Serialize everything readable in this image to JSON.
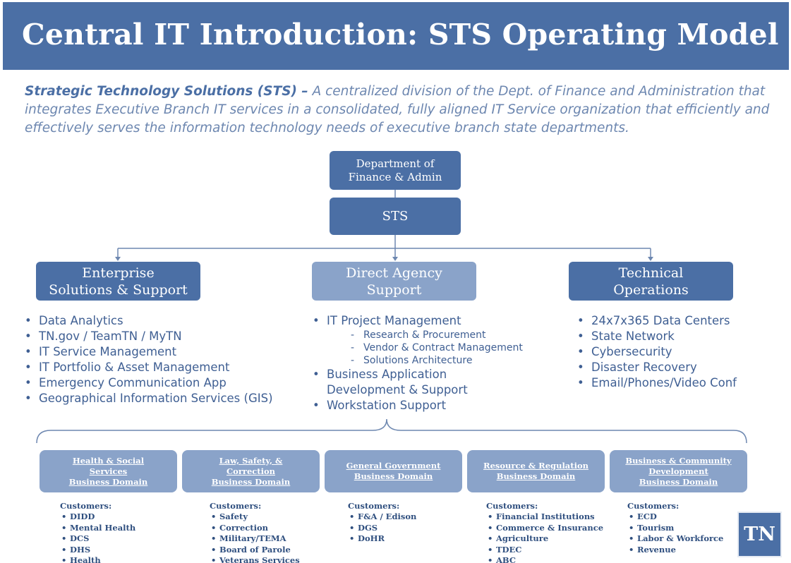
{
  "title": "Central IT Introduction: STS Operating Model",
  "intro": {
    "term": "Strategic Technology Solutions (STS) –",
    "text": " A centralized division of the Dept. of Finance and Administration that integrates Executive Branch IT services in a consolidated, fully aligned IT Service organization that efficiently and effectively serves the information technology needs of executive branch state departments."
  },
  "org": {
    "dept": "Department of\nFinance & Admin",
    "sts": "STS",
    "enterprise": "Enterprise\nSolutions & Support",
    "direct": "Direct Agency\nSupport",
    "technical": "Technical\nOperations"
  },
  "enterprise_items": [
    "Data Analytics",
    "TN.gov / TeamTN / MyTN",
    "IT Service Management",
    "IT Portfolio & Asset Management",
    "Emergency Communication App",
    "Geographical Information Services (GIS)"
  ],
  "direct_items": {
    "project": "IT Project Management",
    "project_sub": [
      "Research & Procurement",
      "Vendor & Contract Management",
      "Solutions Architecture"
    ],
    "appdev": "Business Application\nDevelopment & Support",
    "workstation": "Workstation Support"
  },
  "technical_items": [
    "24x7x365  Data Centers",
    "State Network",
    "Cybersecurity",
    "Disaster Recovery",
    "Email/Phones/Video Conf"
  ],
  "domains": [
    "Health & Social\nServices\nBusiness Domain",
    "Law, Safety, &\nCorrection\nBusiness Domain",
    "General Government\nBusiness Domain",
    "Resource & Regulation\nBusiness Domain",
    "Business & Community\nDevelopment\nBusiness Domain"
  ],
  "customers_label": "Customers:",
  "customers": [
    [
      "DIDD",
      "Mental Health",
      "DCS",
      "DHS",
      "Health"
    ],
    [
      "Safety",
      "Correction",
      "Military/TEMA",
      "Board of Parole",
      "Veterans Services"
    ],
    [
      "F&A / Edison",
      "DGS",
      "DoHR"
    ],
    [
      "Financial Institutions",
      "Commerce & Insurance",
      "Agriculture",
      "TDEC",
      "ABC"
    ],
    [
      "ECD",
      "Tourism",
      "Labor & Workforce",
      "Revenue"
    ]
  ],
  "logo": "TN",
  "colors": {
    "primary": "#4b6fa5",
    "light": "#8aa3c9",
    "text": "#3f5f93"
  }
}
